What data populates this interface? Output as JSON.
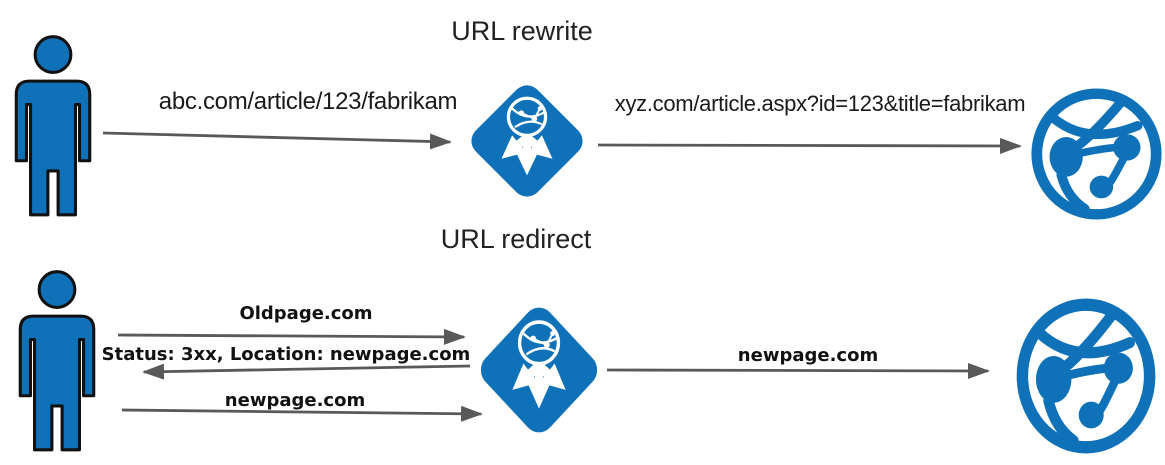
{
  "rewrite": {
    "title": "URL rewrite",
    "request_url": "abc.com/article/123/fabrikam",
    "rewritten_url": "xyz.com/article.aspx?id=123&title=fabrikam"
  },
  "redirect": {
    "title": "URL redirect",
    "request_old_url": "Oldpage.com",
    "redirect_response": "Status: 3xx, Location: newpage.com",
    "request_new_url": "newpage.com",
    "forwarded_url": "newpage.com"
  },
  "icons": {
    "user": "person-icon",
    "gateway": "application-gateway-icon",
    "web_app": "web-app-globe-icon"
  },
  "colors": {
    "icon_blue": "#0f72b9",
    "arrow_gray": "#595959",
    "text_dark": "#1a1a1a"
  }
}
